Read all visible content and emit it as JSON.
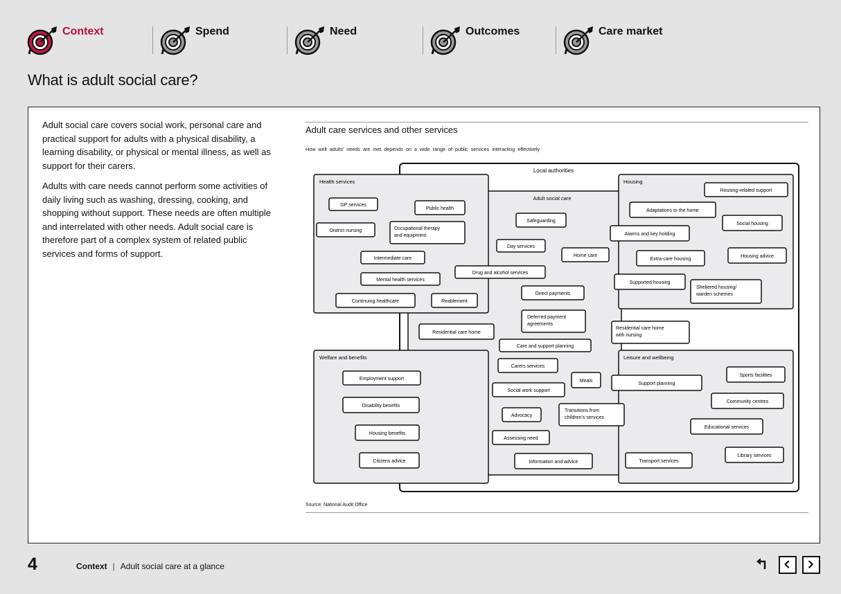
{
  "nav": {
    "tabs": [
      {
        "label": "Context",
        "active": true
      },
      {
        "label": "Spend",
        "active": false
      },
      {
        "label": "Need",
        "active": false
      },
      {
        "label": "Outcomes",
        "active": false
      },
      {
        "label": "Care market",
        "active": false
      }
    ],
    "active_color": "#b5123e"
  },
  "page": {
    "title": "What is adult social care?"
  },
  "intro": {
    "p1": "Adult social care covers social work, personal care and practical support for adults with a physical disability, a learning disability, or physical or mental illness, as well as support for their carers.",
    "p2": "Adults with care needs cannot perform some activities of daily living such as washing, dressing, cooking, and shopping without support. These needs are often multiple and interrelated with other needs. Adult social care is therefore part of a complex system of related public services and forms of support."
  },
  "figure": {
    "title": "Adult care services and other services",
    "subtitle": "How well adults' needs are met depends on a wide range of public services interacting effectively",
    "source": "Source: National Audit Office",
    "groups": {
      "local_authorities": "Local authorities",
      "adult_social_care": "Adult social care",
      "health": "Health services",
      "housing": "Housing",
      "welfare": "Welfare and benefits",
      "leisure": "Leisure and wellbeing"
    },
    "services": {
      "gp": "GP services",
      "public_health": "Public health",
      "district_nursing": "District nursing",
      "ot": [
        "Occupational therapy",
        "and equipment"
      ],
      "intermediate": "Intermediate care",
      "mental_health": "Mental health services",
      "continuing": "Continuing healthcare",
      "reablement": "Reablement",
      "safeguarding": "Safeguarding",
      "day": "Day services",
      "home_care": "Home care",
      "drug": "Drug and alcohol services",
      "direct": "Direct payments",
      "deferred": [
        "Deferred payment",
        "agreements"
      ],
      "res_home": "Residential care home",
      "res_nursing": [
        "Residential care home",
        "with nursing"
      ],
      "care_planning": "Care and support planning",
      "carers": "Carers services",
      "meals": "Meals",
      "social_work": "Social work support",
      "advocacy": "Advocacy",
      "transitions": [
        "Transitions from",
        "children's services"
      ],
      "assessing": "Assessing need",
      "info": "Information and advice",
      "housing_support": "Housing-related support",
      "adaptations": "Adaptations to the home",
      "social_housing": "Social housing",
      "alarms": "Alarms and key holding",
      "extra_care": "Extra-care housing",
      "housing_advice": "Housing advice",
      "supported": "Supported housing",
      "sheltered": [
        "Sheltered housing/",
        "warden schemes"
      ],
      "employment": "Employment support",
      "disability": "Disability benefits",
      "housing_benefits": "Housing benefits",
      "citizens": "Citizens advice",
      "support_planning": "Support planning",
      "sports": "Sports facilities",
      "community": "Community centres",
      "educational": "Educational services",
      "library": "Library services",
      "transport": "Transport services"
    }
  },
  "footer": {
    "page_number": "4",
    "section": "Context",
    "pipe": "|",
    "subtitle": "Adult social care at a glance"
  },
  "controls": {
    "back_icon": "return-arrow-icon",
    "prev_icon": "chevron-left-icon",
    "next_icon": "chevron-right-icon"
  }
}
